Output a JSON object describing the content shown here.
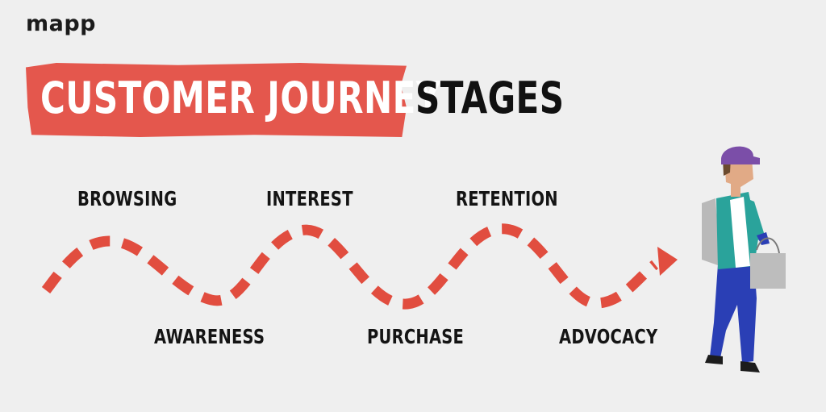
{
  "brand": {
    "logo_text": "mapp"
  },
  "title": {
    "highlight": "CUSTOMER JOURNEY",
    "rest": "STAGES",
    "accent_color": "#e4574d"
  },
  "stages": [
    {
      "label": "BROWSING"
    },
    {
      "label": "AWARENESS"
    },
    {
      "label": "INTEREST"
    },
    {
      "label": "PURCHASE"
    },
    {
      "label": "RETENTION"
    },
    {
      "label": "ADVOCACY"
    }
  ],
  "path": {
    "color": "#e14d3f",
    "style": "dashed wave with arrowhead"
  },
  "illustration": {
    "subject": "walking-shopper-icon",
    "hat_color": "#7b4ea8",
    "jacket_color": "#2aa39b",
    "pants_color": "#2a3fb5"
  }
}
